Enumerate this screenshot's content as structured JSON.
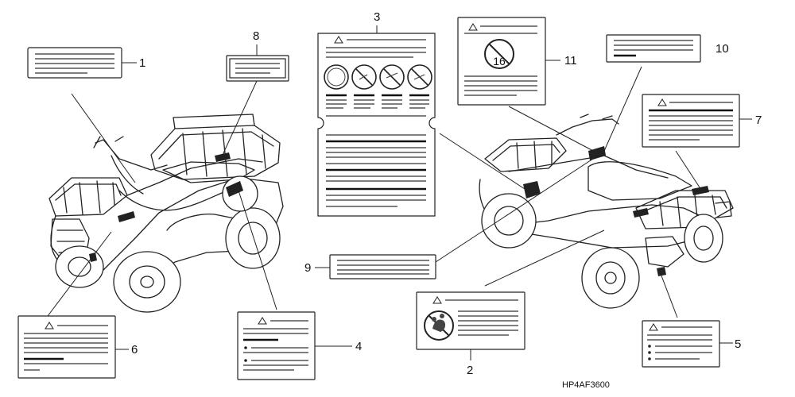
{
  "diagram": {
    "labels": [
      {
        "id": "label-1",
        "callout": "1"
      },
      {
        "id": "label-2",
        "callout": "2"
      },
      {
        "id": "label-3",
        "callout": "3"
      },
      {
        "id": "label-4",
        "callout": "4"
      },
      {
        "id": "label-5",
        "callout": "5"
      },
      {
        "id": "label-6",
        "callout": "6"
      },
      {
        "id": "label-7",
        "callout": "7"
      },
      {
        "id": "label-8",
        "callout": "8"
      },
      {
        "id": "label-9",
        "callout": "9"
      },
      {
        "id": "label-10",
        "callout": "10"
      },
      {
        "id": "label-11",
        "callout": "11"
      }
    ],
    "age_symbol_text": "16",
    "part_code": "HP4AF3600"
  }
}
